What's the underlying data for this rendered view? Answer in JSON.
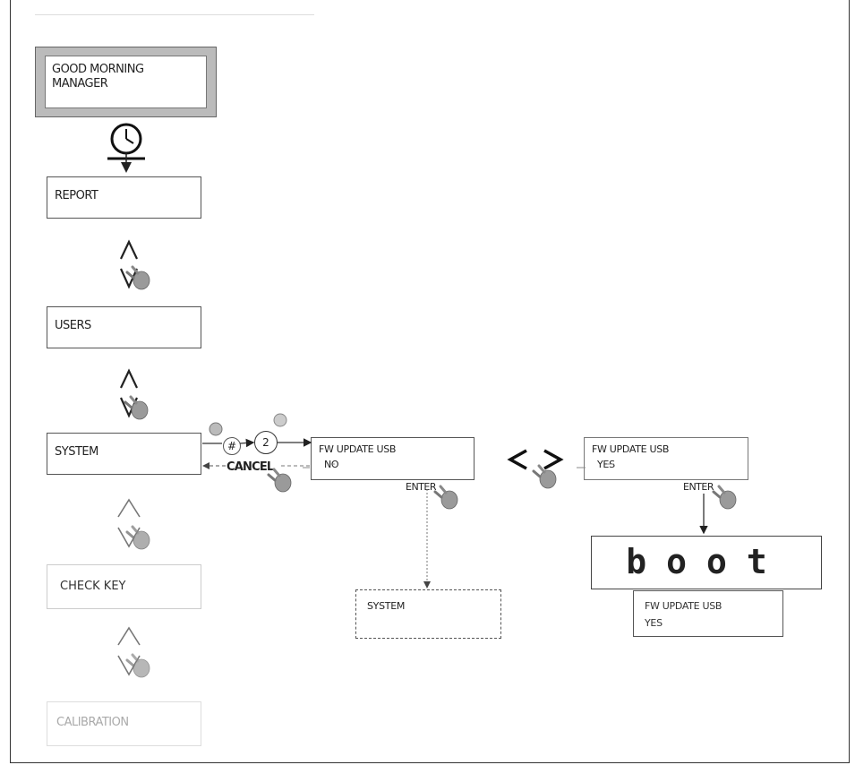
{
  "menu": {
    "greeting_line1": "GOOD MORNING",
    "greeting_line2": "MANAGER",
    "report": "REPORT",
    "users": "USERS",
    "system": "SYSTEM",
    "check_key": "CHECK KEY",
    "calibration": "CALIBRATION"
  },
  "flow": {
    "hash_key": "#",
    "step_number": "2",
    "cancel": "CANCEL",
    "enter_1": "ENTER",
    "enter_2": "ENTER",
    "display_no_line1": "FW UPDATE USB",
    "display_no_line2": "NO",
    "display_yes_line1": "FW UPDATE USB",
    "display_yes_line2": "YES",
    "system_result": "SYSTEM",
    "boot_display": "boot",
    "boot_sub_line1": "FW UPDATE USB",
    "boot_sub_line2": "YES"
  },
  "icons": [
    "clock-icon",
    "up-arrow-icon",
    "down-arrow-icon",
    "hand-press-icon",
    "left-right-arrows-icon"
  ]
}
